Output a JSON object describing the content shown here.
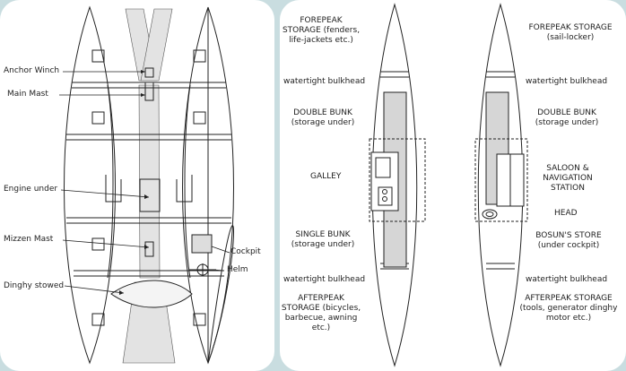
{
  "left_plan": {
    "anchor_winch": "Anchor Winch",
    "main_mast": "Main Mast",
    "engine_under": "Engine under",
    "mizzen_mast": "Mizzen Mast",
    "dinghy_stowed": "Dinghy stowed",
    "cockpit": "Cockpit",
    "helm": "Helm"
  },
  "hull_a": {
    "forepeak": "FOREPEAK STORAGE (fenders, life-jackets etc.)",
    "bulkhead_top": "watertight bulkhead",
    "double_bunk": "DOUBLE BUNK (storage under)",
    "galley": "GALLEY",
    "single_bunk": "SINGLE BUNK (storage under)",
    "bulkhead_bottom": "watertight bulkhead",
    "afterpeak": "AFTERPEAK STORAGE (bicycles, barbecue, awning etc.)"
  },
  "hull_b": {
    "forepeak": "FOREPEAK STORAGE (sail-locker)",
    "bulkhead_top": "watertight bulkhead",
    "double_bunk": "DOUBLE BUNK (storage under)",
    "saloon": "SALOON & NAVIGATION STATION",
    "head": "HEAD",
    "bosuns_store": "BOSUN'S STORE (under cockpit)",
    "bulkhead_bottom": "watertight bulkhead",
    "afterpeak": "AFTERPEAK STORAGE (tools, generator dinghy motor etc.)"
  }
}
